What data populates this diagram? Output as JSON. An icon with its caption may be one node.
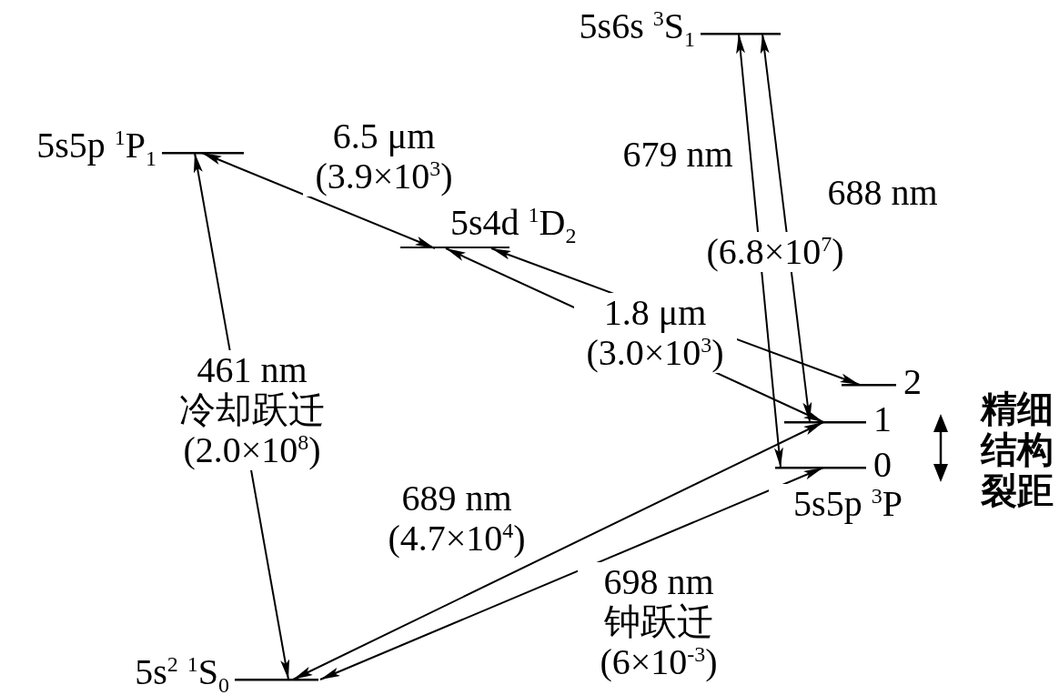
{
  "diagram": {
    "nodes": [
      {
        "text": [
          "5s6s $^{3}$S$_{1}$"
        ]
      },
      {
        "text": [
          "5s5p $^{1}$P$_{1}$"
        ]
      },
      {
        "text": [
          "5s4d $^{1}$D$_{2}$"
        ]
      },
      {
        "text": [
          "2"
        ]
      },
      {
        "text": [
          "1"
        ]
      },
      {
        "text": [
          "0"
        ]
      },
      {
        "text": [
          "5s$^{2}$ $^{1}$S$_{0}$"
        ]
      }
    ],
    "edges": [
      {
        "from": 1,
        "to": 2,
        "arrow": "both",
        "label": "6.5 μm (3.9×10$^{3}$)"
      },
      {
        "from": 6,
        "to": 1,
        "arrow": "both",
        "label": "461 nm 冷却跃迁 (2.0×10$^{8}$)"
      },
      {
        "from": 2,
        "to": 3,
        "arrow": "both",
        "label": "1.8 μm (3.0×10$^{3}$)"
      },
      {
        "from": 2,
        "to": 4,
        "arrow": "both"
      },
      {
        "from": 4,
        "to": 0,
        "arrow": "both",
        "label": "688 nm"
      },
      {
        "from": 5,
        "to": 0,
        "arrow": "both",
        "label": "679 nm"
      },
      {
        "from": 6,
        "to": 4,
        "arrow": "both",
        "label": "689 nm (4.7×10$^{4}$)"
      },
      {
        "from": 6,
        "to": 5,
        "arrow": "both",
        "label": "698 nm 钟跃迁 (6×10$^{-3}$)"
      }
    ],
    "labels": [
      "(6.8×10$^{7}$)",
      "5s5p $^{3}$P",
      "精细结构裂距"
    ]
  }
}
